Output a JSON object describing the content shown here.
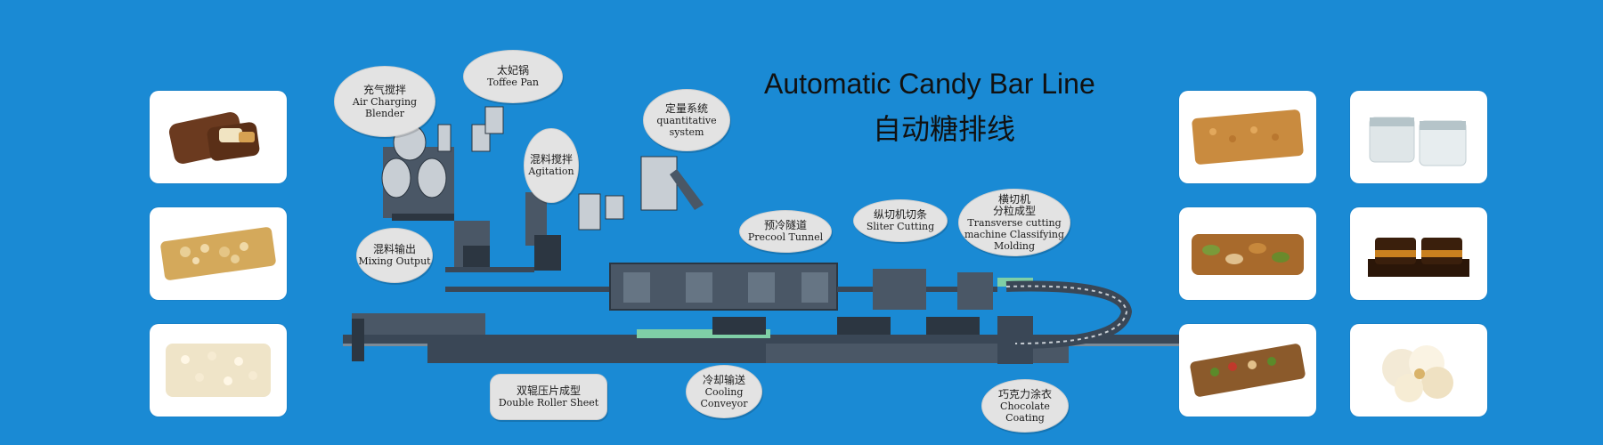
{
  "title_en": "Automatic Candy Bar Line",
  "title_zh": "自动糖排线",
  "labels": {
    "air_charging": {
      "zh": "充气搅拌",
      "en1": "Air Charging",
      "en2": "Blender"
    },
    "toffee_pan": {
      "zh": "太妃锅",
      "en": "Toffee Pan"
    },
    "quantitative": {
      "zh": "定量系统",
      "en1": "quantitative",
      "en2": "system"
    },
    "agitation": {
      "zh": "混料搅拌",
      "en": "Agitation"
    },
    "mixing_output": {
      "zh": "混料输出",
      "en": "Mixing Output"
    },
    "precool_tunnel": {
      "zh": "预冷隧道",
      "en": "Precool Tunnel"
    },
    "sliter_cutting": {
      "zh": "纵切机切条",
      "en": "Sliter Cutting"
    },
    "transverse": {
      "zh1": "横切机",
      "zh2": "分粒成型",
      "en1": "Transverse cutting",
      "en2": "machine Classifying",
      "en3": "Molding"
    },
    "double_roller": {
      "zh": "双辊压片成型",
      "en": "Double Roller Sheet"
    },
    "cooling_conveyor": {
      "zh": "冷却输送",
      "en1": "Cooling",
      "en2": "Conveyor"
    },
    "chocolate_coating": {
      "zh": "巧克力涂衣",
      "en1": "Chocolate",
      "en2": "Coating"
    }
  },
  "colors": {
    "background": "#1a8ad4",
    "bubble": "#e3e3e3",
    "machine_dark": "#3a4756",
    "machine_light": "#c8ced4",
    "accent_green": "#7fcfa6"
  },
  "product_photos": [
    "chocolate-caramel-bar",
    "peanut-brittle-bar",
    "rice-crispy-bar",
    "sesame-crisp-bar",
    "white-nougat-cubes",
    "mixed-nut-bar",
    "layered-chocolate-bar",
    "seed-and-fruit-bar",
    "popcorn-cluster"
  ]
}
